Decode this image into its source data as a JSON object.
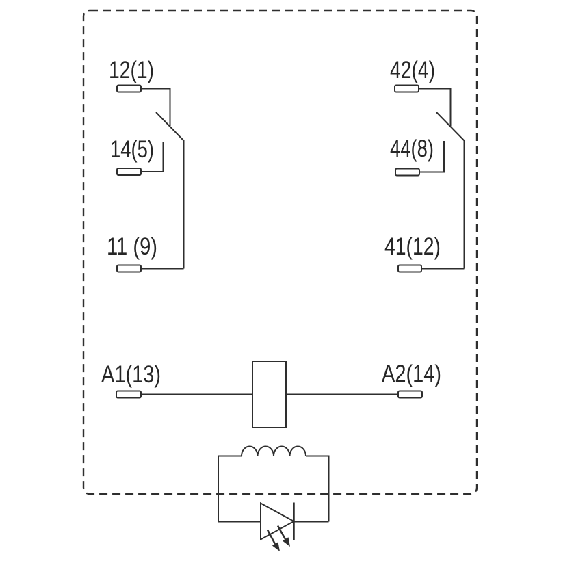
{
  "diagram": {
    "kind": "relay-wiring-diagram",
    "colors": {
      "line": "#2e2e2e",
      "text": "#262626",
      "background": "#ffffff"
    },
    "labels": {
      "pin_12": "12(1)",
      "pin_14": "14(5)",
      "pin_11": "11 (9)",
      "pin_42": "42(4)",
      "pin_44": "44(8)",
      "pin_41": "41(12)",
      "pin_a1": "A1(13)",
      "pin_a2": "A2(14)"
    },
    "symbols": [
      "dashed-enclosure-border",
      "changeover-contact-pole-1",
      "changeover-contact-pole-2",
      "terminal-lug",
      "coil-box",
      "inductor-winding",
      "led-indicator"
    ]
  }
}
